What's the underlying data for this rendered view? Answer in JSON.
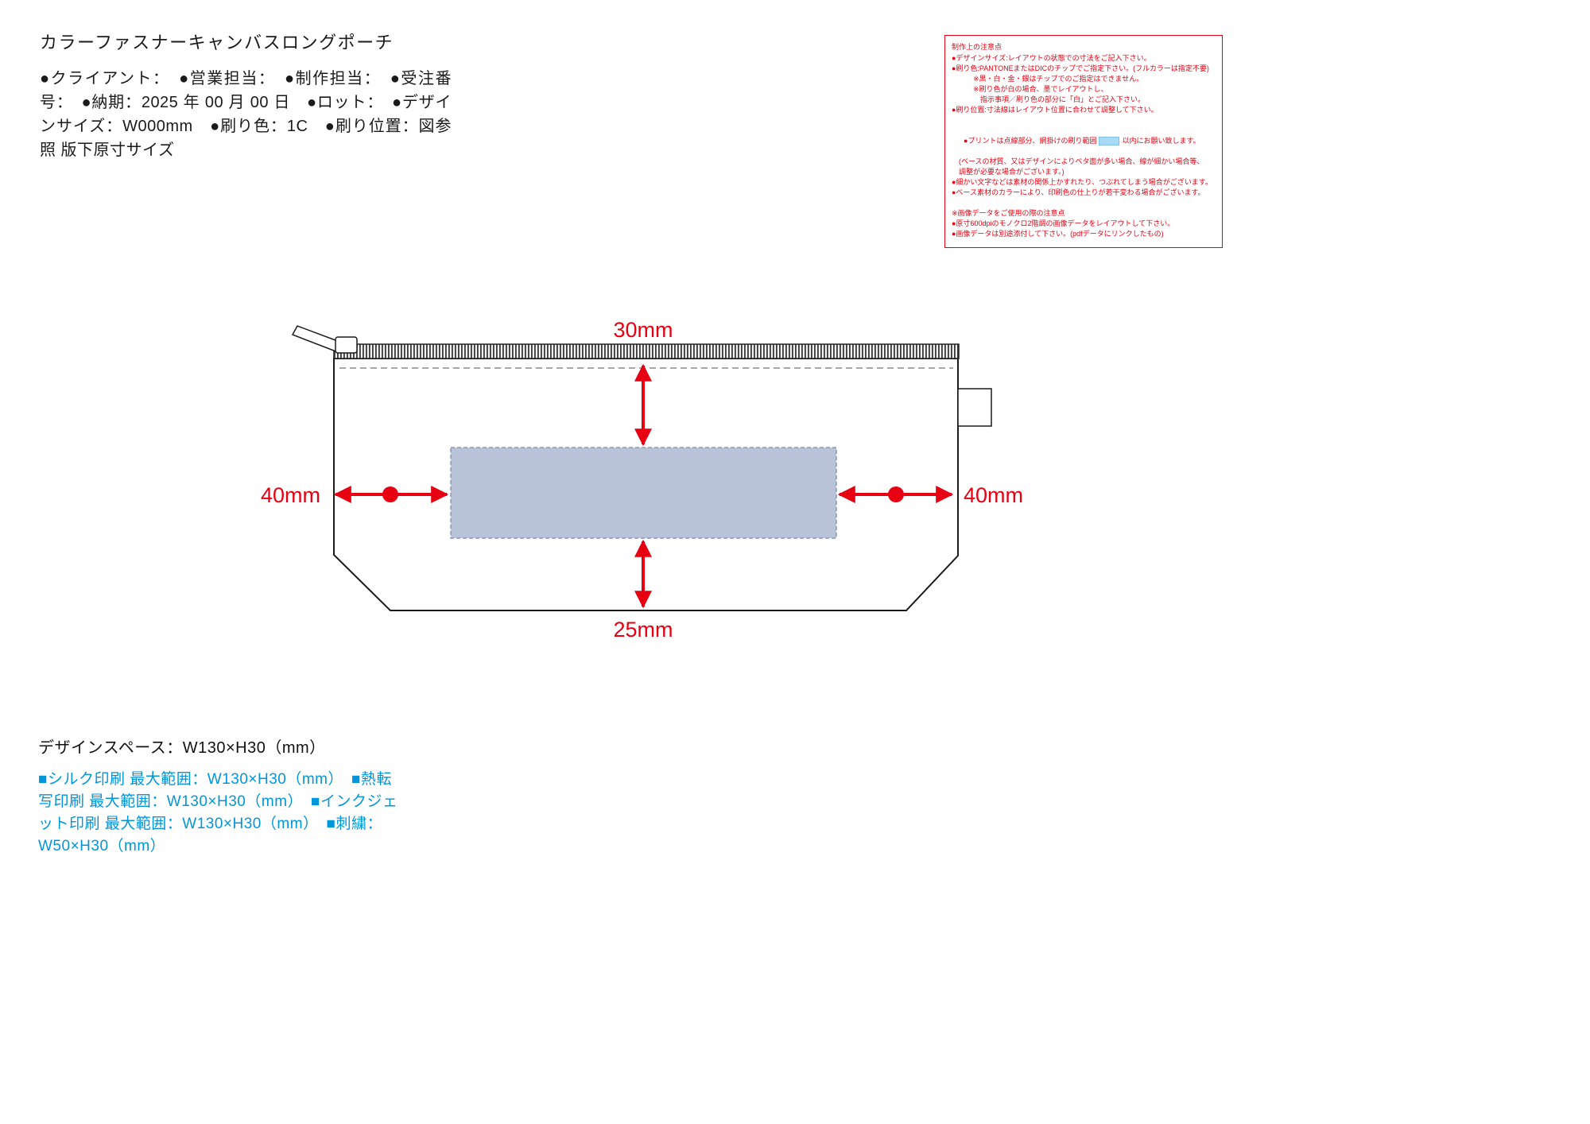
{
  "header": {
    "title": "カラーファスナーキャンバスロングポーチ",
    "order_info": "●クライアント：　●営業担当：　●制作担当：　●受注番号：　●納期：2025 年 00 月 00 日　●ロット：　●デザインサイズ：W000mm　●刷り色：1C　●刷り位置：図参照 版下原寸サイズ"
  },
  "notes_box": {
    "title": "制作上の注意点",
    "group1": [
      "●デザインサイズ:レイアウトの状態での寸法をご記入下さい。",
      "●刷り色:PANTONEまたはDICのチップでご指定下さい。(フルカラーは指定不要)",
      "　　　※黒・白・金・銀はチップでのご指定はできません。",
      "　　　※刷り色が白の場合、墨でレイアウトし、",
      "　　　　指示事項／刷り色の部分に「白」とご記入下さい。",
      "●刷り位置:寸法線はレイアウト位置に合わせて調整して下さい。"
    ],
    "print_line": {
      "pre": "●プリントは点線部分、網掛けの刷り範囲",
      "post": "以内にお願い致します。"
    },
    "group2": [
      "　(ベースの材質、又はデザインによりベタ面が多い場合、線が細かい場合等、",
      "　調整が必要な場合がございます。)",
      "●細かい文字などは素材の関係上かすれたり、つぶれてしまう場合がございます。",
      "●ベース素材のカラーにより、印刷色の仕上りが若干変わる場合がございます。"
    ],
    "group3_title": "※画像データをご使用の際の注意点",
    "group3": [
      "●原寸600dpiのモノクロ2階調の画像データをレイアウトして下さい。",
      "●画像データは別途添付して下さい。(pdfデータにリンクしたもの)"
    ]
  },
  "diagram": {
    "dim_top": "30mm",
    "dim_bottom": "25mm",
    "dim_left": "40mm",
    "dim_right": "40mm"
  },
  "footer": {
    "design_space": "デザインスペース：W130×H30（mm）",
    "print_methods": "■シルク印刷 最大範囲：W130×H30（mm）　■熱転写印刷 最大範囲：W130×H30（mm）　■インクジェット印刷 最大範囲：W130×H30（mm）　■刺繍：W50×H30（mm）"
  },
  "colors": {
    "red": "#e60012",
    "blue": "#0096dc",
    "print_area_fill": "#b8c3d8",
    "print_area_border": "#8a97b5"
  }
}
